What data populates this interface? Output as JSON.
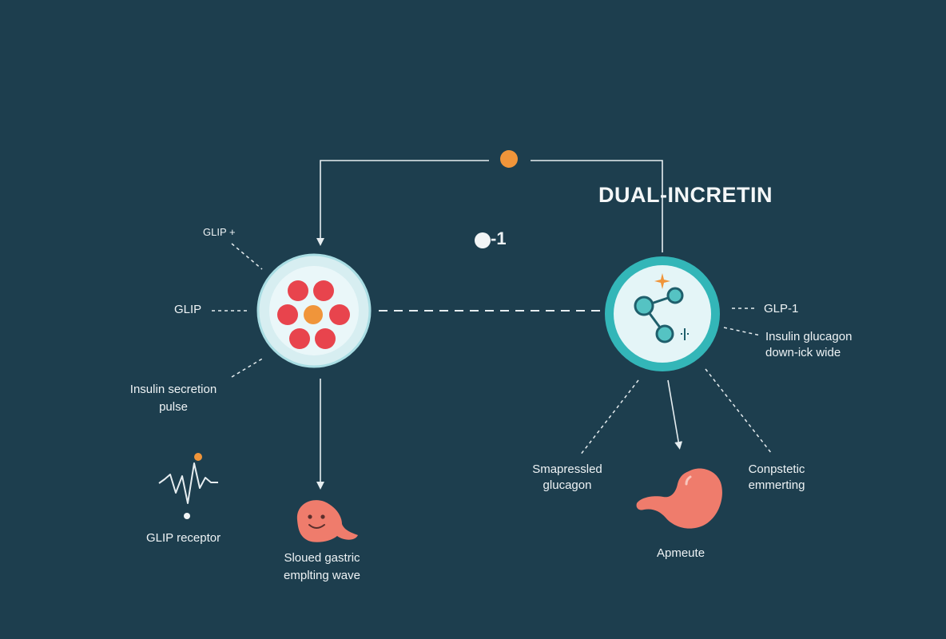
{
  "title": "DUAL-INCRETIN",
  "center_label": "-1",
  "left_cell": {
    "labels": {
      "glip_top": "GLIP +",
      "glip_mid": "GLIP",
      "insulin_line1": "Insulin secretion",
      "insulin_line2": "pulse",
      "receptor": "GLIP receptor",
      "gastric_line1": "Sloued gastric",
      "gastric_line2": "emplting wave"
    }
  },
  "right_cell": {
    "labels": {
      "glp1": "GLP-1",
      "insulin_line1": "Insulin glucagon",
      "insulin_line2": "down-ick wide",
      "suppressed_line1": "Smapressled",
      "suppressed_line2": "glucagon",
      "gastric_line1": "Conpstetic",
      "gastric_line2": "emmerting",
      "appetite": "Apmeute"
    }
  },
  "colors": {
    "background": "#1d3e4e",
    "line": "#e6edf0",
    "orange": "#f0953a",
    "red_dot": "#e8444d",
    "teal": "#33b6b8",
    "cell_fill": "#e4f5f7",
    "stomach": "#ef7c6c"
  },
  "icons": {
    "left_cell": "red-dots-cell-icon",
    "right_cell": "molecule-cell-icon",
    "waveform": "waveform-icon",
    "stomach_left": "smiling-stomach-icon",
    "stomach_right": "stomach-icon"
  }
}
